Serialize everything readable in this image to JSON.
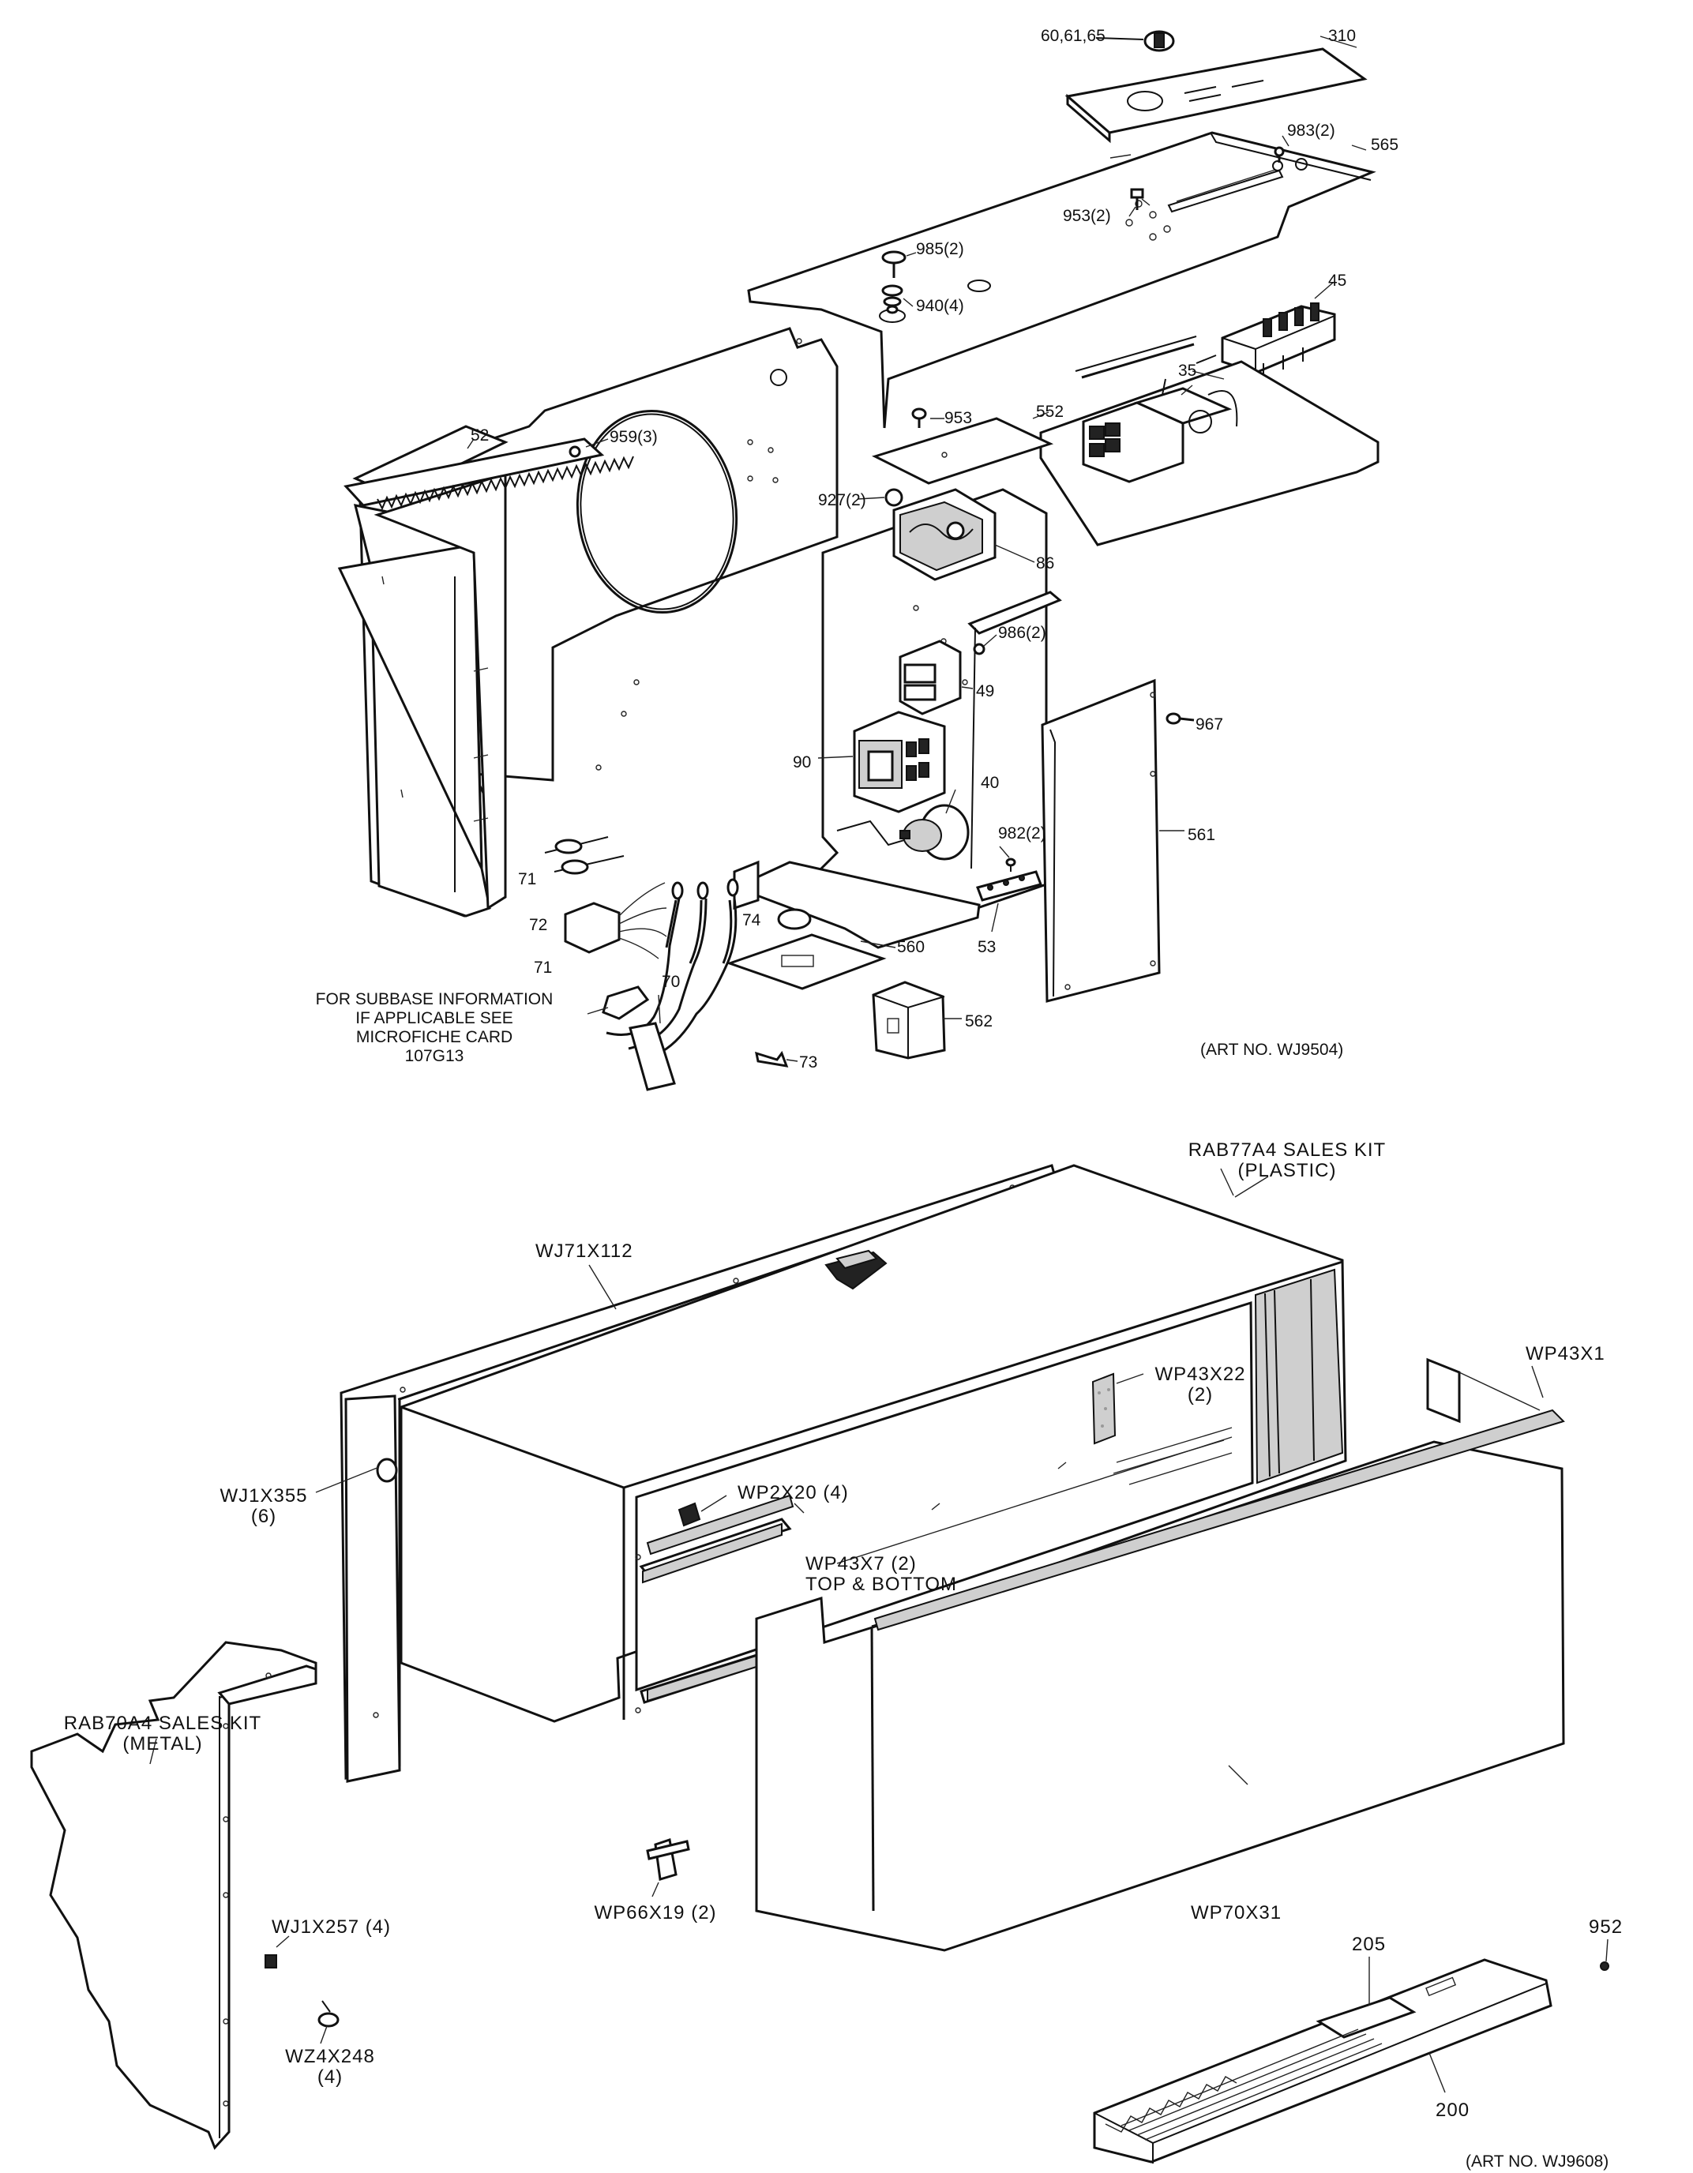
{
  "diagram_a": {
    "art_no": "(ART NO. WJ9504)",
    "note": [
      "FOR SUBBASE INFORMATION",
      "IF APPLICABLE SEE",
      "MICROFICHE CARD",
      "107G13"
    ],
    "callouts": [
      {
        "id": "p60",
        "text": "60,61,65"
      },
      {
        "id": "p310",
        "text": "310"
      },
      {
        "id": "p983",
        "text": "983(2)"
      },
      {
        "id": "p565",
        "text": "565"
      },
      {
        "id": "p953a",
        "text": "953(2)"
      },
      {
        "id": "p985",
        "text": "985(2)"
      },
      {
        "id": "p940",
        "text": "940(4)"
      },
      {
        "id": "p45",
        "text": "45"
      },
      {
        "id": "p35",
        "text": "35"
      },
      {
        "id": "p953b",
        "text": "953"
      },
      {
        "id": "p552",
        "text": "552"
      },
      {
        "id": "p52",
        "text": "52"
      },
      {
        "id": "p959",
        "text": "959(3)"
      },
      {
        "id": "p927",
        "text": "927(2)"
      },
      {
        "id": "p86",
        "text": "86"
      },
      {
        "id": "p986",
        "text": "986(2)"
      },
      {
        "id": "p49",
        "text": "49"
      },
      {
        "id": "p967",
        "text": "967"
      },
      {
        "id": "p90",
        "text": "90"
      },
      {
        "id": "p40",
        "text": "40"
      },
      {
        "id": "p982",
        "text": "982(2)"
      },
      {
        "id": "p561",
        "text": "561"
      },
      {
        "id": "p71a",
        "text": "71"
      },
      {
        "id": "p72",
        "text": "72"
      },
      {
        "id": "p71b",
        "text": "71"
      },
      {
        "id": "p74",
        "text": "74"
      },
      {
        "id": "p53",
        "text": "53"
      },
      {
        "id": "p560",
        "text": "560"
      },
      {
        "id": "p70",
        "text": "70"
      },
      {
        "id": "p562",
        "text": "562"
      },
      {
        "id": "p73",
        "text": "73"
      }
    ]
  },
  "diagram_b": {
    "art_no": "(ART NO. WJ9608)",
    "callouts": [
      {
        "id": "rab77",
        "lines": [
          "RAB77A4 SALES KIT",
          "(PLASTIC)"
        ]
      },
      {
        "id": "wj71",
        "lines": [
          "WJ71X112"
        ]
      },
      {
        "id": "wp43x22",
        "lines": [
          "WP43X22",
          "(2)"
        ]
      },
      {
        "id": "wp43x1",
        "lines": [
          "WP43X1"
        ]
      },
      {
        "id": "wj1x355",
        "lines": [
          "WJ1X355",
          "(6)"
        ]
      },
      {
        "id": "wp2x20",
        "lines": [
          "WP2X20 (4)"
        ]
      },
      {
        "id": "wp43x7",
        "lines": [
          "WP43X7 (2)",
          "TOP & BOTTOM"
        ]
      },
      {
        "id": "rab70",
        "lines": [
          "RAB70A4 SALES KIT",
          "(METAL)"
        ]
      },
      {
        "id": "wj1x257",
        "lines": [
          "WJ1X257 (4)"
        ]
      },
      {
        "id": "wp66",
        "lines": [
          "WP66X19 (2)"
        ]
      },
      {
        "id": "wp70",
        "lines": [
          "WP70X31"
        ]
      },
      {
        "id": "wz4",
        "lines": [
          "WZ4X248",
          "(4)"
        ]
      },
      {
        "id": "p952",
        "lines": [
          "952"
        ]
      },
      {
        "id": "p205",
        "lines": [
          "205"
        ]
      },
      {
        "id": "p200",
        "lines": [
          "200"
        ]
      }
    ]
  }
}
